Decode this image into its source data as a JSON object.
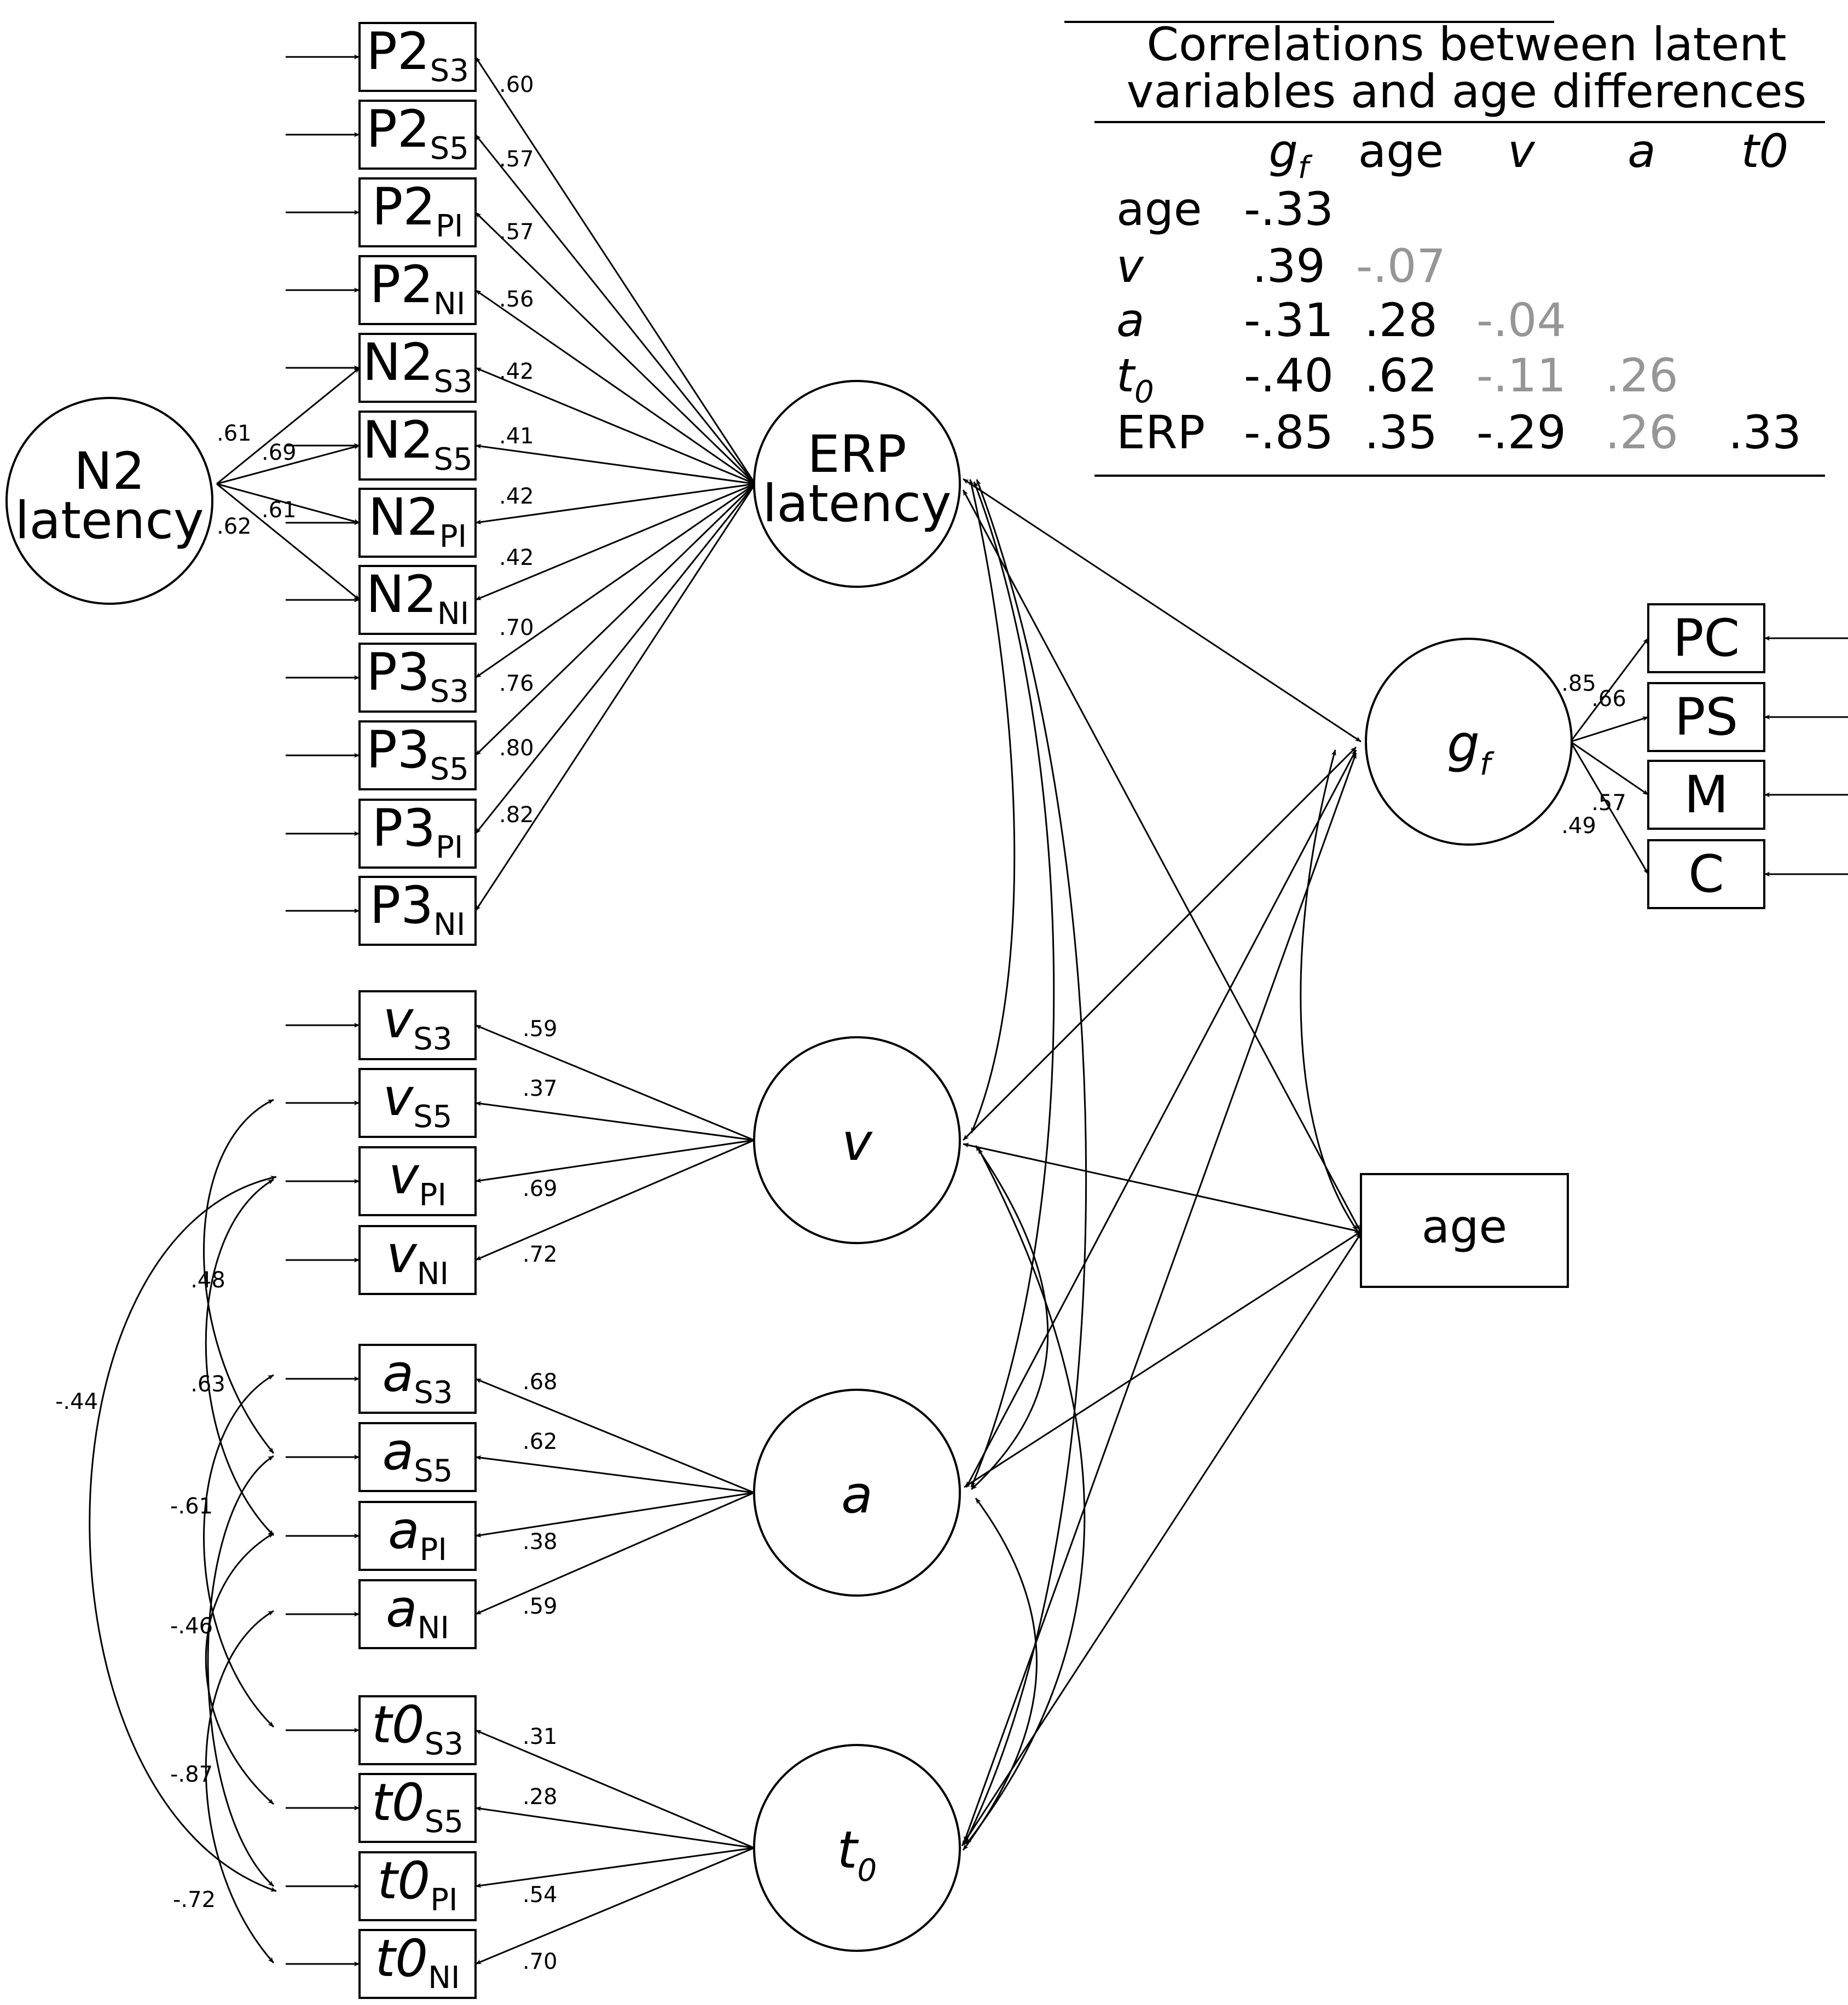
{
  "colors": {
    "stroke": "#000000",
    "nonsignificant": "#969696"
  },
  "latents": {
    "n2": {
      "line1": "N2",
      "line2": "latency"
    },
    "erp": {
      "line1": "ERP",
      "line2": "latency"
    },
    "gf": {
      "main": "g",
      "sub": "f"
    },
    "v": {
      "main": "v"
    },
    "a": {
      "main": "a"
    },
    "t0": {
      "main": "t",
      "sub": "0"
    }
  },
  "observed_age": "age",
  "indicators": {
    "erp": [
      {
        "main": "P2",
        "sub": "S3",
        "loading": ".60"
      },
      {
        "main": "P2",
        "sub": "S5",
        "loading": ".57"
      },
      {
        "main": "P2",
        "sub": "PI",
        "loading": ".57"
      },
      {
        "main": "P2",
        "sub": "NI",
        "loading": ".56"
      },
      {
        "main": "N2",
        "sub": "S3",
        "loading": ".42"
      },
      {
        "main": "N2",
        "sub": "S5",
        "loading": ".41"
      },
      {
        "main": "N2",
        "sub": "PI",
        "loading": ".42"
      },
      {
        "main": "N2",
        "sub": "NI",
        "loading": ".42"
      },
      {
        "main": "P3",
        "sub": "S3",
        "loading": ".70"
      },
      {
        "main": "P3",
        "sub": "S5",
        "loading": ".76"
      },
      {
        "main": "P3",
        "sub": "PI",
        "loading": ".80"
      },
      {
        "main": "P3",
        "sub": "NI",
        "loading": ".82"
      }
    ],
    "n2_loadings": [
      ".61",
      ".69",
      ".61",
      ".62"
    ],
    "v": [
      {
        "main": "v",
        "sub": "S3",
        "loading": ".59"
      },
      {
        "main": "v",
        "sub": "S5",
        "loading": ".37"
      },
      {
        "main": "v",
        "sub": "PI",
        "loading": ".69"
      },
      {
        "main": "v",
        "sub": "NI",
        "loading": ".72"
      }
    ],
    "a": [
      {
        "main": "a",
        "sub": "S3",
        "loading": ".68"
      },
      {
        "main": "a",
        "sub": "S5",
        "loading": ".62"
      },
      {
        "main": "a",
        "sub": "PI",
        "loading": ".38"
      },
      {
        "main": "a",
        "sub": "NI",
        "loading": ".59"
      }
    ],
    "t0": [
      {
        "main": "t0",
        "sub": "S3",
        "loading": ".31"
      },
      {
        "main": "t0",
        "sub": "S5",
        "loading": ".28"
      },
      {
        "main": "t0",
        "sub": "PI",
        "loading": ".54"
      },
      {
        "main": "t0",
        "sub": "NI",
        "loading": ".70"
      }
    ],
    "gf": [
      {
        "main": "PC",
        "loading": ".85"
      },
      {
        "main": "PS",
        "loading": ".66"
      },
      {
        "main": "M",
        "loading": ".57"
      },
      {
        "main": "C",
        "loading": ".49"
      }
    ]
  },
  "residual_correlations": [
    ".48",
    ".63",
    "-.61",
    "-.46",
    "-.87",
    "-.72",
    "-.44"
  ],
  "table": {
    "title_line1": "Correlations between latent",
    "title_line2": "variables and age differences",
    "columns": [
      {
        "main": "g",
        "sub": "f",
        "italic": true
      },
      {
        "main": "age",
        "italic": false
      },
      {
        "main": "v",
        "italic": true
      },
      {
        "main": "a",
        "italic": true
      },
      {
        "main": "t0",
        "italic": true
      }
    ],
    "rows": [
      {
        "label": "age",
        "italic": false,
        "cells": [
          {
            "v": "-.33",
            "sig": true
          }
        ]
      },
      {
        "label": "v",
        "italic": true,
        "cells": [
          {
            "v": ".39",
            "sig": true
          },
          {
            "v": "-.07",
            "sig": false
          }
        ]
      },
      {
        "label": "a",
        "italic": true,
        "cells": [
          {
            "v": "-.31",
            "sig": true
          },
          {
            "v": ".28",
            "sig": true
          },
          {
            "v": "-.04",
            "sig": false
          }
        ]
      },
      {
        "label": "t",
        "label_sub": "0",
        "italic": true,
        "cells": [
          {
            "v": "-.40",
            "sig": true
          },
          {
            "v": ".62",
            "sig": true
          },
          {
            "v": "-.11",
            "sig": false
          },
          {
            "v": ".26",
            "sig": false
          }
        ]
      },
      {
        "label": "ERP",
        "italic": false,
        "cells": [
          {
            "v": "-.85",
            "sig": true
          },
          {
            "v": ".35",
            "sig": true
          },
          {
            "v": "-.29",
            "sig": true
          },
          {
            "v": ".26",
            "sig": false
          },
          {
            "v": ".33",
            "sig": true
          }
        ]
      }
    ]
  }
}
